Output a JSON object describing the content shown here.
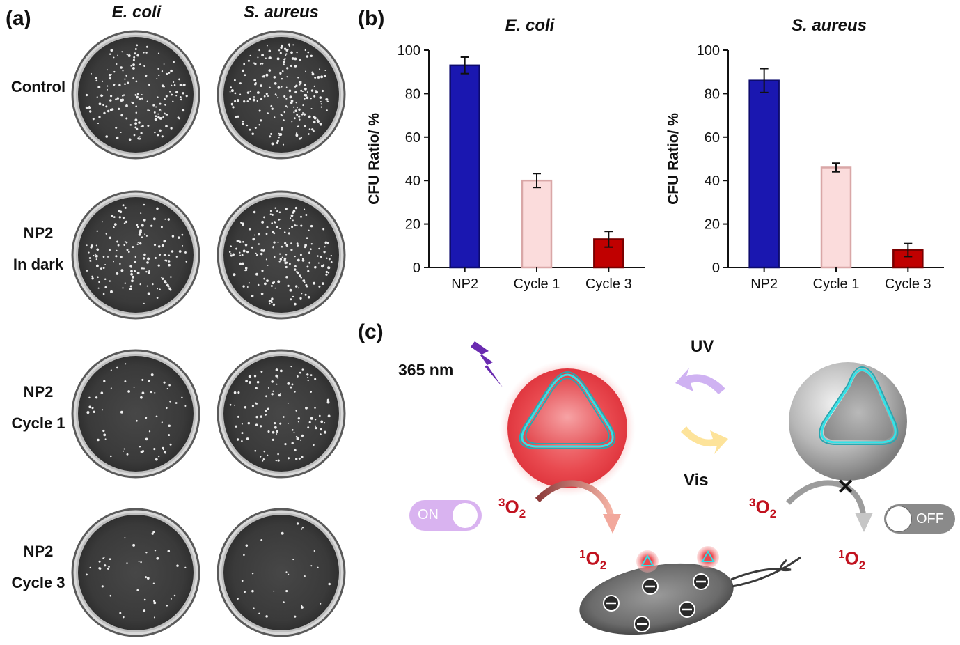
{
  "panel_a": {
    "letter": "(a)",
    "columns": [
      "E. coli",
      "S. aureus"
    ],
    "rows": [
      {
        "line1": "Control",
        "line2": ""
      },
      {
        "line1": "NP2",
        "line2": "In dark"
      },
      {
        "line1": "NP2",
        "line2": "Cycle 1"
      },
      {
        "line1": "NP2",
        "line2": "Cycle 3"
      }
    ]
  },
  "panel_b": {
    "letter": "(b)"
  },
  "chart_data": [
    {
      "type": "bar",
      "title": "E. coli",
      "ylabel": "CFU Ratio/ %",
      "categories": [
        "NP2",
        "Cycle 1",
        "Cycle 3"
      ],
      "values": [
        93,
        40,
        13
      ],
      "errors": [
        3.8,
        3.2,
        3.6
      ],
      "colors": [
        "#1a17b0",
        "#fbdcdc",
        "#c00000"
      ],
      "edge_colors": [
        "#0d0b6e",
        "#d9a7a7",
        "#7a0000"
      ],
      "ylim": [
        0,
        100
      ],
      "yticks": [
        0,
        20,
        40,
        60,
        80,
        100
      ]
    },
    {
      "type": "bar",
      "title": "S. aureus",
      "ylabel": "CFU Ratio/ %",
      "categories": [
        "NP2",
        "Cycle 1",
        "Cycle 3"
      ],
      "values": [
        86,
        46,
        8
      ],
      "errors": [
        5.5,
        2.0,
        3.0
      ],
      "colors": [
        "#1a17b0",
        "#fbdcdc",
        "#c00000"
      ],
      "edge_colors": [
        "#0d0b6e",
        "#d9a7a7",
        "#7a0000"
      ],
      "ylim": [
        0,
        100
      ],
      "yticks": [
        0,
        20,
        40,
        60,
        80,
        100
      ]
    }
  ],
  "panel_c": {
    "letter": "(c)",
    "wavelength": "365 nm",
    "uv_label": "UV",
    "vis_label": "Vis",
    "toggle_on": "ON",
    "toggle_off": "OFF",
    "triplet_left": {
      "sup": "3",
      "base": "O",
      "sub": "2"
    },
    "singlet_left": {
      "sup": "1",
      "base": "O",
      "sub": "2"
    },
    "triplet_right": {
      "sup": "3",
      "base": "O",
      "sub": "2"
    },
    "singlet_right": {
      "sup": "1",
      "base": "O",
      "sub": "2"
    },
    "blocked_mark": "✕",
    "colors": {
      "accent_red": "#c1121f",
      "uv_purple": "#c9a6f0",
      "vis_yellow": "#fde39a",
      "ring_cyan": "#30e0e6"
    }
  }
}
